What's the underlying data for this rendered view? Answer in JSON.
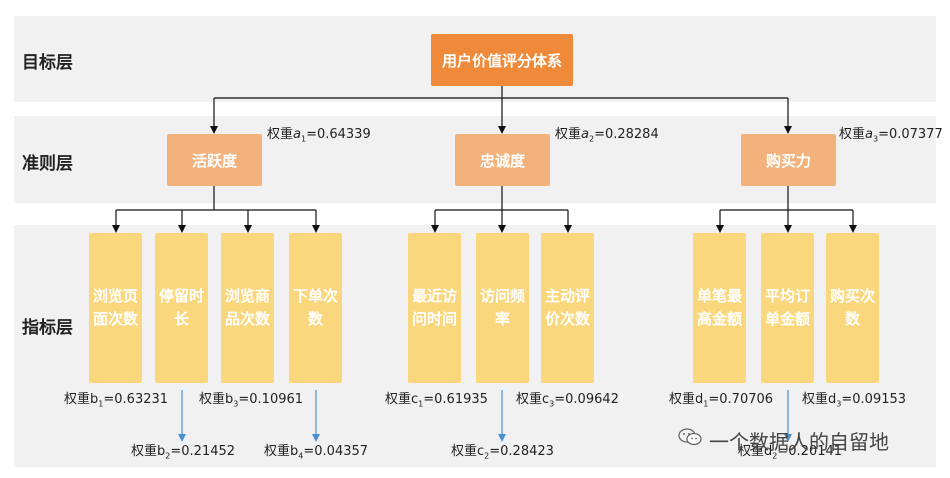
{
  "layers": {
    "goal": "目标层",
    "criteria": "准则层",
    "indicators": "指标层"
  },
  "goal_node": "用户价值评分体系",
  "criteria": [
    {
      "label": "活跃度",
      "weight_prefix": "权重",
      "weight_var": "a",
      "weight_sub": "1",
      "weight_value": "=0.64339"
    },
    {
      "label": "忠诚度",
      "weight_prefix": "权重",
      "weight_var": "a",
      "weight_sub": "2",
      "weight_value": "=0.28284"
    },
    {
      "label": "购买力",
      "weight_prefix": "权重",
      "weight_var": "a",
      "weight_sub": "3",
      "weight_value": "=0.07377"
    }
  ],
  "indicators": [
    {
      "label": "浏览页面次数",
      "weight_prefix": "权重",
      "weight_var": "b",
      "weight_sub": "1",
      "weight_value": "=0.63231"
    },
    {
      "label": "停留时长",
      "weight_prefix": "权重",
      "weight_var": "b",
      "weight_sub": "2",
      "weight_value": "=0.21452"
    },
    {
      "label": "浏览商品次数",
      "weight_prefix": "权重",
      "weight_var": "b",
      "weight_sub": "3",
      "weight_value": "=0.10961"
    },
    {
      "label": "下单次数",
      "weight_prefix": "权重",
      "weight_var": "b",
      "weight_sub": "4",
      "weight_value": "=0.04357"
    },
    {
      "label": "最近访问时间",
      "weight_prefix": "权重",
      "weight_var": "c",
      "weight_sub": "1",
      "weight_value": "=0.61935"
    },
    {
      "label": "访问频率",
      "weight_prefix": "权重",
      "weight_var": "c",
      "weight_sub": "2",
      "weight_value": "=0.28423"
    },
    {
      "label": "主动评价次数",
      "weight_prefix": "权重",
      "weight_var": "c",
      "weight_sub": "3",
      "weight_value": "=0.09642"
    },
    {
      "label": "单笔最高金额",
      "weight_prefix": "权重",
      "weight_var": "d",
      "weight_sub": "1",
      "weight_value": "=0.70706"
    },
    {
      "label": "平均订单金额",
      "weight_prefix": "权重",
      "weight_var": "d",
      "weight_sub": "2",
      "weight_value": "=0.20141"
    },
    {
      "label": "购买次数",
      "weight_prefix": "权重",
      "weight_var": "d",
      "weight_sub": "3",
      "weight_value": "=0.09153"
    }
  ],
  "watermark": "一个数据人的自留地",
  "icons": {
    "watermark": "wechat-icon"
  },
  "colors": {
    "goal": "#ee8a3a",
    "criteria": "#f3b27c",
    "indicator": "#fad77d",
    "band": "#f1f1f1",
    "pointer": "#4a8fd0"
  }
}
